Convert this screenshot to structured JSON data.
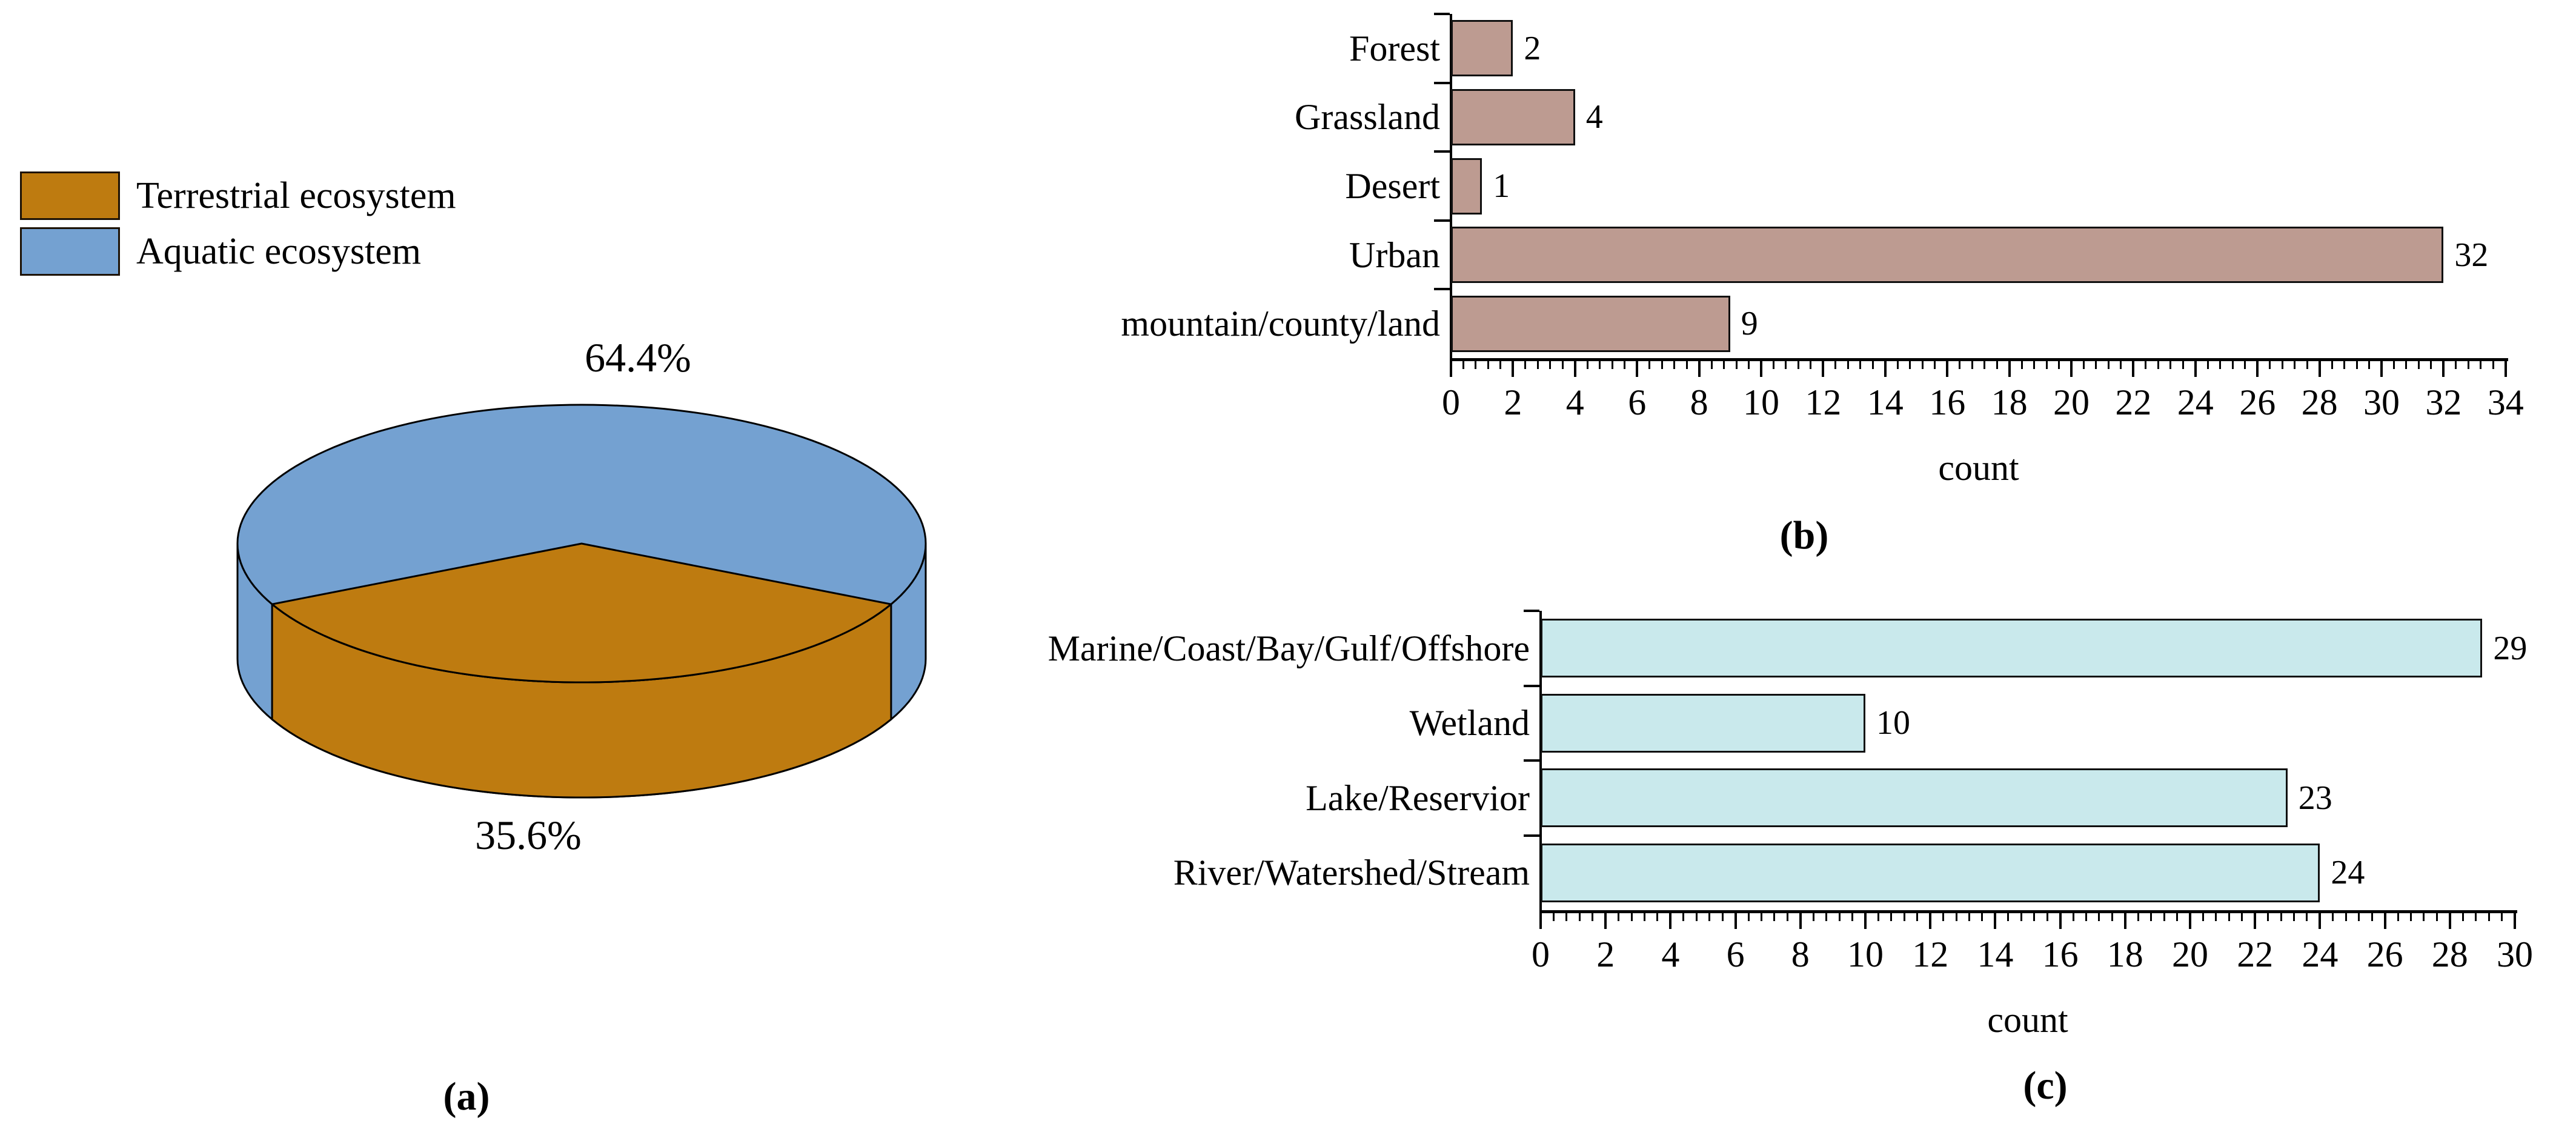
{
  "figure": {
    "panel_a": {
      "label": "(a)",
      "legend": {
        "items": [
          {
            "label": "Terrestrial ecosystem",
            "color": "#BE7B10"
          },
          {
            "label": "Aquatic ecosystem",
            "color": "#74A1D1"
          }
        ]
      },
      "pie_labels": {
        "aquatic": "64.4%",
        "terrestrial": "35.6%"
      }
    },
    "panel_b": {
      "label": "(b)",
      "xlabel": "count"
    },
    "panel_c": {
      "label": "(c)",
      "xlabel": "count"
    }
  },
  "chart_data": [
    {
      "type": "pie",
      "style": "3d",
      "slices": [
        {
          "label": "Aquatic ecosystem",
          "value": 64.4,
          "color": "#74A1D1",
          "data_label": "64.4%"
        },
        {
          "label": "Terrestrial ecosystem",
          "value": 35.6,
          "color": "#BE7B10",
          "data_label": "35.6%"
        }
      ],
      "unit": "percent",
      "legend_position": "upper-left"
    },
    {
      "type": "bar",
      "orientation": "horizontal",
      "categories": [
        "Forest",
        "Grassland",
        "Desert",
        "Urban",
        "mountain/county/land"
      ],
      "values": [
        2,
        4,
        1,
        32,
        9
      ],
      "xlabel": "count",
      "xlim": [
        0,
        34
      ],
      "xtick_step": 2,
      "minor_tick_step": 0.4,
      "bar_color": "#BD9B91",
      "bar_edge_color": "#101010",
      "grid": false
    },
    {
      "type": "bar",
      "orientation": "horizontal",
      "categories": [
        "Marine/Coast/Bay/Gulf/Offshore",
        "Wetland",
        "Lake/Reservior",
        "River/Watershed/Stream"
      ],
      "values": [
        29,
        10,
        23,
        24
      ],
      "xlabel": "count",
      "xlim": [
        0,
        30
      ],
      "xtick_step": 2,
      "minor_tick_step": 0.4,
      "bar_color": "#C9E9EC",
      "bar_edge_color": "#101010",
      "grid": false
    }
  ]
}
